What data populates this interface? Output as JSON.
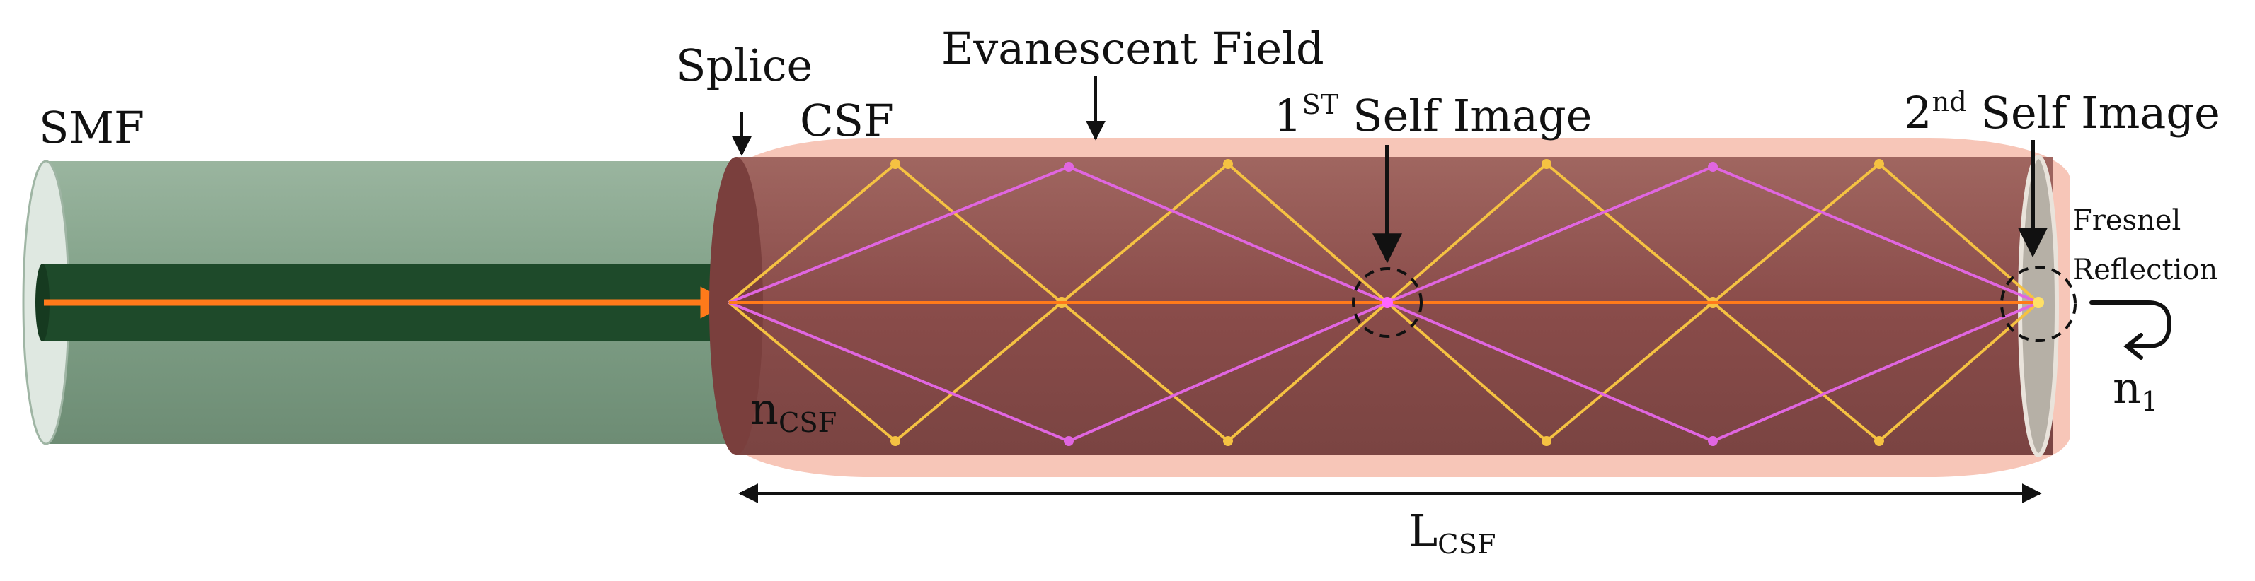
{
  "labels": {
    "smf": "SMF",
    "splice": "Splice",
    "csf": "CSF",
    "evanescent": "Evanescent Field",
    "first_base": "1",
    "first_sup": "ST",
    "first_rest": " Self Image",
    "second_base": "2",
    "second_sup": "nd",
    "second_rest": " Self Image",
    "fresnel_line1": "Fresnel",
    "fresnel_line2": "Reflection",
    "n1_base": "n",
    "n1_sub": "1",
    "ncsf_base": "n",
    "ncsf_sub": "CSF",
    "lcsf_base": "L",
    "lcsf_sub": "CSF"
  },
  "colors": {
    "smf_cladding": "#7a9a80",
    "smf_core": "#1e4a2a",
    "csf_body": "#8a4a48",
    "csf_glow": "#f7c6b8",
    "ray_yellow": "#f5c242",
    "ray_pink": "#e066e0",
    "axis_orange": "#ff7a1a"
  }
}
